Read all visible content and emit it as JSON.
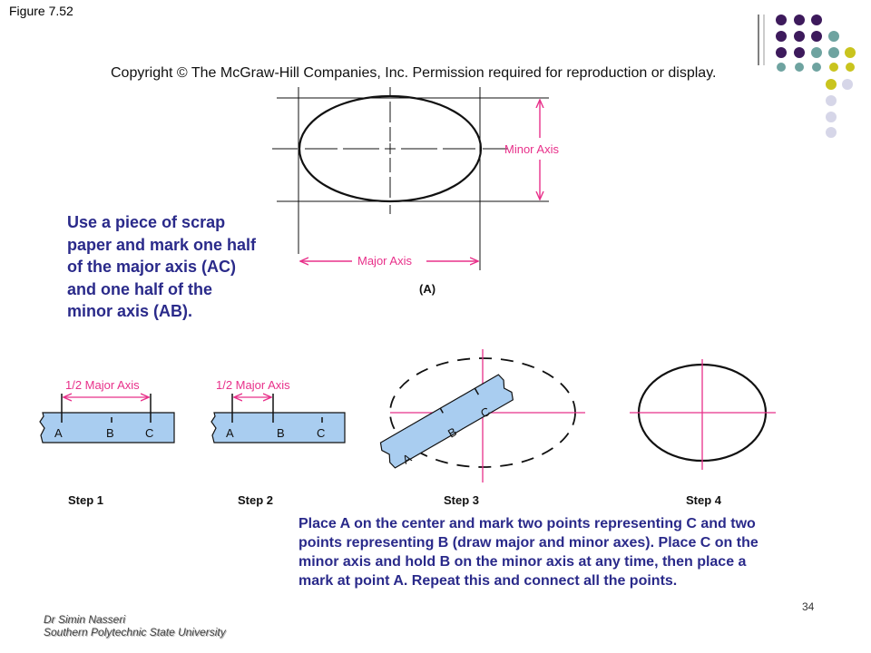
{
  "slide": {
    "figure_title": "Figure 7.52",
    "copyright": "Copyright © The McGraw-Hill Companies, Inc. Permission required for reproduction or display.",
    "instruction_scrap": "Use a piece of scrap paper and mark one half of the major axis (AC) and one half of the minor axis (AB).",
    "instruction_place": "Place A on the center and mark two points representing C and two points representing B (draw major and minor axes). Place C on the minor axis and hold B on the minor axis at any time, then place a mark at point A. Repeat this and connect all the points.",
    "footer_author": "Dr Simin Nasseri",
    "footer_university": "Southern Polytechnic State University",
    "page_number": "34"
  },
  "diagram": {
    "minor_axis_label": "Minor Axis",
    "major_axis_label": "Major Axis",
    "panel_a_label": "(A)",
    "half_major_label": "1/2 Major Axis",
    "point_a": "A",
    "point_b": "B",
    "point_c": "C",
    "step1": "Step 1",
    "step2": "Step 2",
    "step3": "Step 3",
    "step4": "Step 4"
  },
  "colors": {
    "accent_magenta": "#e8308a",
    "paper_blue": "#a9cdf0",
    "text_navy": "#2a2a8a",
    "dot_purple": "#3d1a5c",
    "dot_teal": "#6ea3a0",
    "dot_yellow": "#c9c41e",
    "dot_lavender": "#d6d6e8"
  }
}
